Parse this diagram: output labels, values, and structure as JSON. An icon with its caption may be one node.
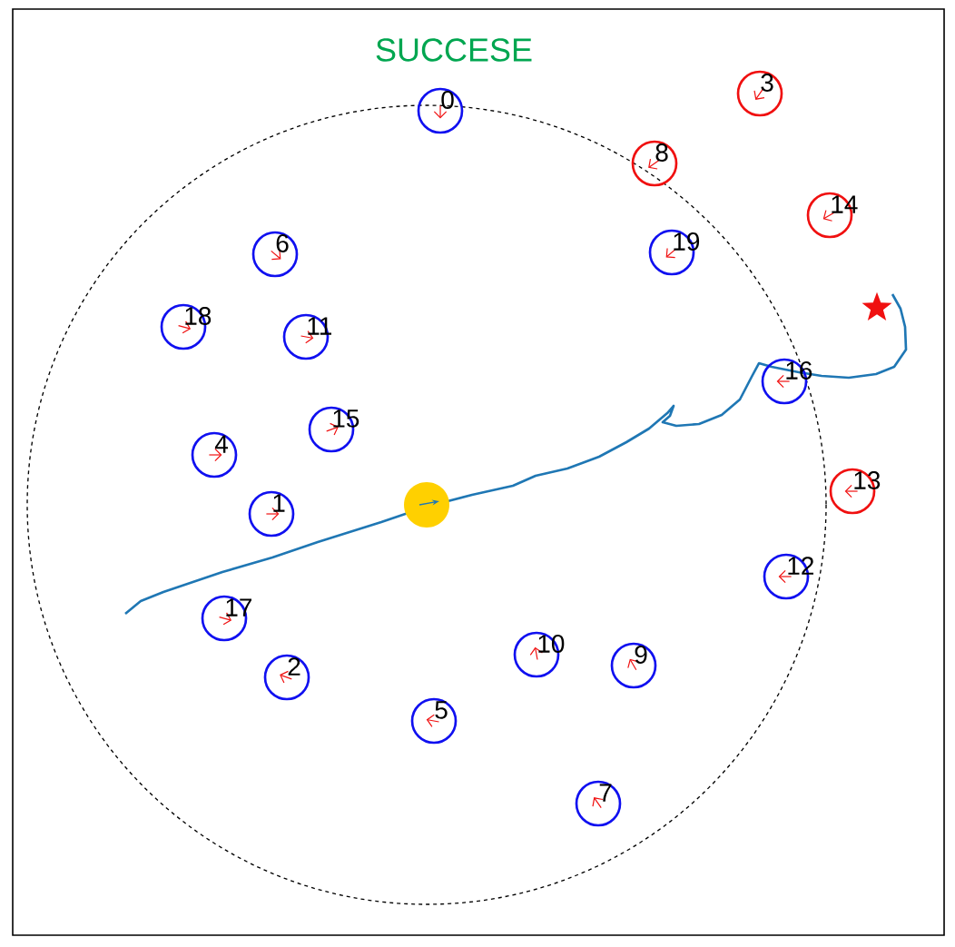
{
  "diagram": {
    "title": "SUCCESE",
    "nodes": [
      {
        "text": [
          "0"
        ]
      },
      {
        "text": [
          "1"
        ]
      },
      {
        "text": [
          "2"
        ]
      },
      {
        "text": [
          "3"
        ]
      },
      {
        "text": [
          "4"
        ]
      },
      {
        "text": [
          "5"
        ]
      },
      {
        "text": [
          "6"
        ]
      },
      {
        "text": [
          "7"
        ]
      },
      {
        "text": [
          "8"
        ]
      },
      {
        "text": [
          "9"
        ]
      },
      {
        "text": [
          "10"
        ]
      },
      {
        "text": [
          "11"
        ]
      },
      {
        "text": [
          "12"
        ]
      },
      {
        "text": [
          "13"
        ]
      },
      {
        "text": [
          "14"
        ]
      },
      {
        "text": [
          "15"
        ]
      },
      {
        "text": [
          "16"
        ]
      },
      {
        "text": [
          "17"
        ]
      },
      {
        "text": [
          "18"
        ]
      },
      {
        "text": [
          "19"
        ]
      }
    ],
    "edges": []
  }
}
